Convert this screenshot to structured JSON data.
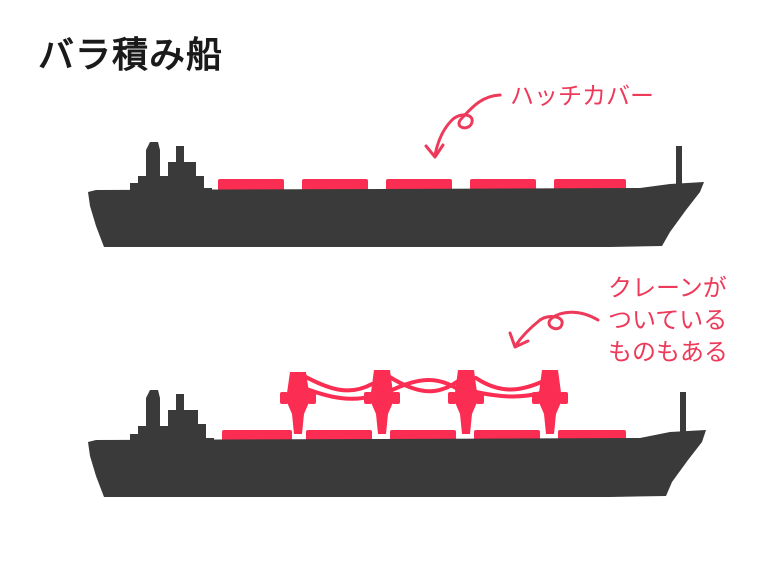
{
  "title": "バラ積み船",
  "labels": {
    "hatch_cover": "ハッチカバー",
    "crane_lines": [
      "クレーンが",
      "ついている",
      "ものもある"
    ]
  },
  "colors": {
    "hull": "#3a3a3a",
    "accent": "#fb2d52",
    "label": "#ee3a5a",
    "title": "#1a1a1a"
  }
}
